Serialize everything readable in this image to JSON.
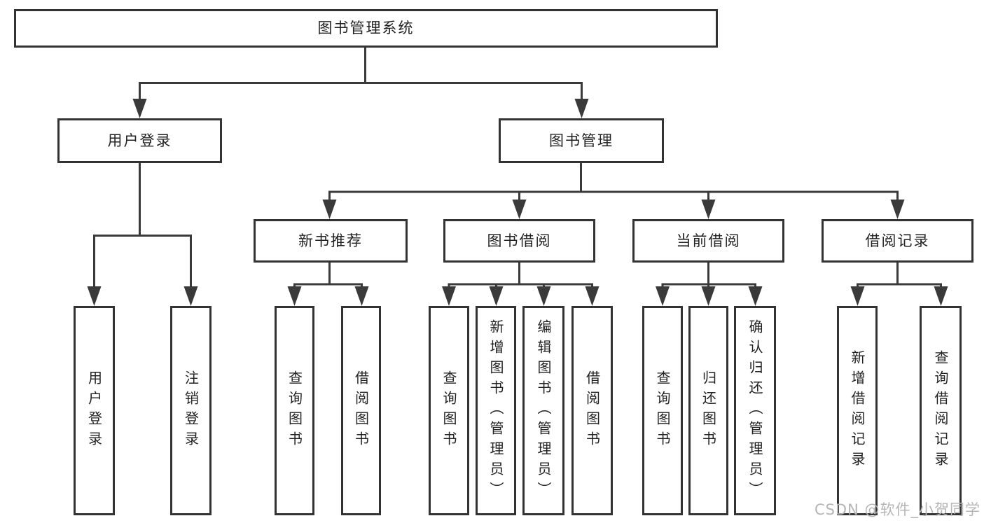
{
  "tree": {
    "label": "图书管理系统",
    "children": [
      {
        "label": "用户登录",
        "children": [
          {
            "label": "用户登录"
          },
          {
            "label": "注销登录"
          }
        ]
      },
      {
        "label": "图书管理",
        "children": [
          {
            "label": "新书推荐",
            "children": [
              {
                "label": "查询图书"
              },
              {
                "label": "借阅图书"
              }
            ]
          },
          {
            "label": "图书借阅",
            "children": [
              {
                "label": "查询图书"
              },
              {
                "label": "新增图书（管理员）"
              },
              {
                "label": "编辑图书（管理员）"
              },
              {
                "label": "借阅图书"
              }
            ]
          },
          {
            "label": "当前借阅",
            "children": [
              {
                "label": "查询图书"
              },
              {
                "label": "归还图书"
              },
              {
                "label": "确认归还（管理员）"
              }
            ]
          },
          {
            "label": "借阅记录",
            "children": [
              {
                "label": "新增借阅记录"
              },
              {
                "label": "查询借阅记录"
              }
            ]
          }
        ]
      }
    ]
  },
  "watermark": {
    "text": "CSDN @软件_小贺同学"
  },
  "colors": {
    "line": "#3a3a3a",
    "border": "#333333",
    "text": "#222222",
    "background": "#ffffff",
    "watermark": "#b5b5b5"
  }
}
